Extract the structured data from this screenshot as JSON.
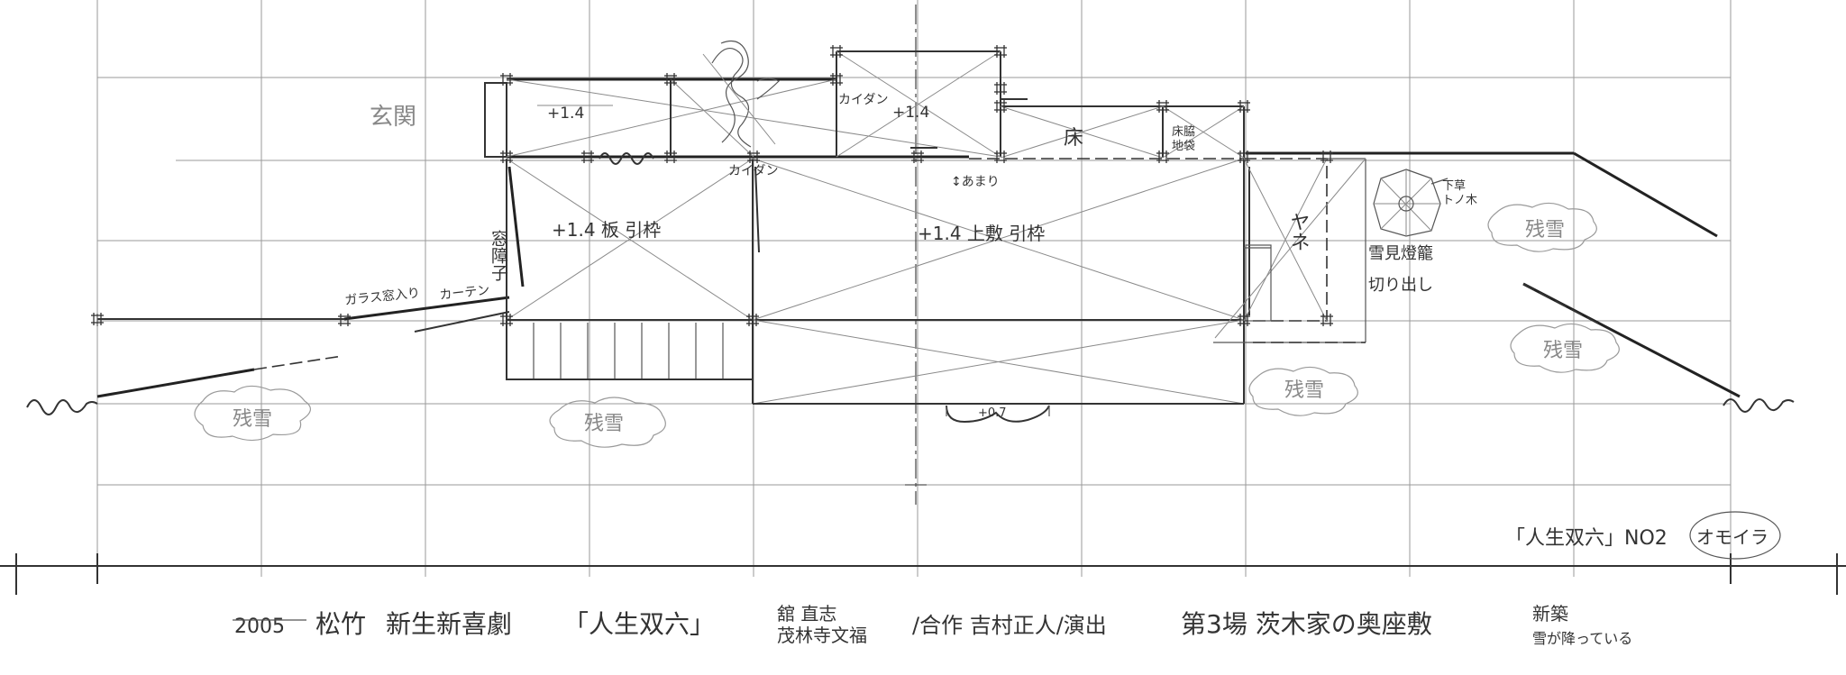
{
  "drawing": {
    "title": {
      "year": "2005",
      "company": "松竹",
      "venue": "新生新喜劇",
      "play": "「人生双六」",
      "directors": "舘 直志\n茂林寺文福",
      "adaptation_direction": "/合作 吉村正人/演出",
      "scene": "第3場 茨木家の奥座敷",
      "scene_note": "新築\n雪が降っている"
    },
    "sheet_tag": {
      "label": "「人生双六」NO2",
      "circled": "オモイラ"
    },
    "rooms": {
      "genkan": "玄関",
      "left_upper": "+1.4",
      "right_upper": "+1.4",
      "kaidan": "カイダン",
      "kaidan2": "カイダン",
      "toko": "床",
      "tokowaki": "床脇\n地袋",
      "amari": "↕あまり",
      "left_main": "+1.4 板 引枠",
      "center_main": "+1.4 上敷 引枠",
      "window_lattice": "窓障子",
      "glass": "ガラス窓入り",
      "curtain": "カーテン",
      "yane": "ヤネ",
      "light_note1": "雪見燈籠",
      "light_note2": "切り出し",
      "bush_note": "下草\nトノ木",
      "platform": "+0.7"
    },
    "snow": {
      "s1": "残雪",
      "s2": "残雪",
      "s3": "残雪",
      "s4": "残雪",
      "s5": "残雪"
    }
  }
}
